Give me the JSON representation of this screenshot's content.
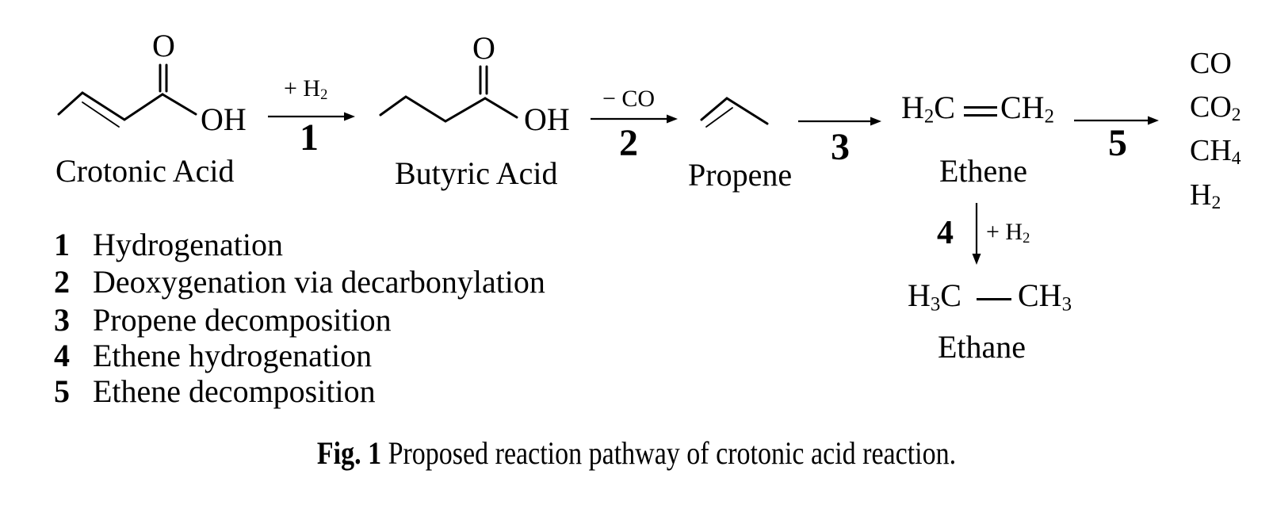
{
  "molecules": {
    "crotonic": {
      "name": "Crotonic Acid",
      "o": "O",
      "oh": "OH"
    },
    "butyric": {
      "name": "Butyric Acid",
      "o": "O",
      "oh": "OH"
    },
    "propene": {
      "name": "Propene"
    },
    "ethene": {
      "name": "Ethene",
      "f_left_base": "H",
      "f_left_sub": "2",
      "f_left_c": "C",
      "f_right_base": "CH",
      "f_right_sub": "2"
    },
    "ethane": {
      "name": "Ethane",
      "f_left_base": "H",
      "f_left_sub": "3",
      "f_left_c": "C",
      "f_right_base": "CH",
      "f_right_sub": "3"
    }
  },
  "steps": {
    "s1": {
      "num": "1",
      "reagent_base": "+ H",
      "reagent_sub": "2"
    },
    "s2": {
      "num": "2",
      "reagent_base": "− CO",
      "reagent_sub": ""
    },
    "s3": {
      "num": "3"
    },
    "s4": {
      "num": "4",
      "reagent_base": "+ H",
      "reagent_sub": "2"
    },
    "s5": {
      "num": "5"
    }
  },
  "products": [
    {
      "base": "CO",
      "sub": ""
    },
    {
      "base": "CO",
      "sub": "2"
    },
    {
      "base": "CH",
      "sub": "4"
    },
    {
      "base": "H",
      "sub": "2"
    }
  ],
  "legend": {
    "items": [
      {
        "num": "1",
        "label": "Hydrogenation"
      },
      {
        "num": "2",
        "label": "Deoxygenation via decarbonylation"
      },
      {
        "num": "3",
        "label": "Propene decomposition"
      },
      {
        "num": "4",
        "label": "Ethene hydrogenation"
      },
      {
        "num": "5",
        "label": "Ethene decomposition"
      }
    ]
  },
  "caption": {
    "bold": "Fig. 1",
    "text": " Proposed reaction pathway of crotonic acid reaction."
  },
  "colors": {
    "ink": "#000000",
    "background": "#ffffff"
  }
}
